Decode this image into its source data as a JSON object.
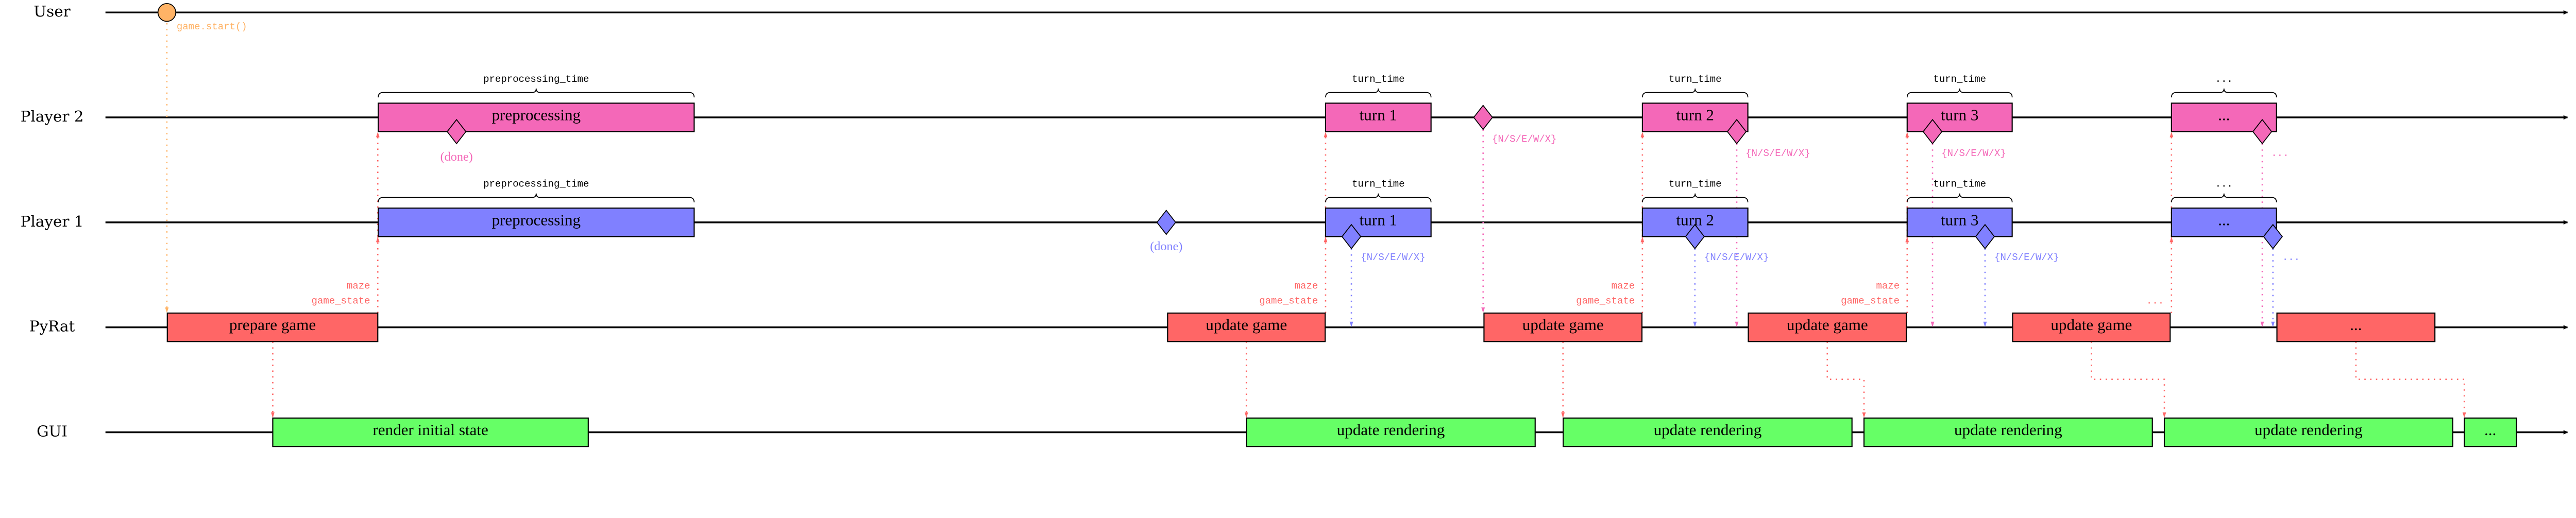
{
  "colors": {
    "user": "#ffb366",
    "player2": "#f468b8",
    "player1": "#8080ff",
    "pyrat": "#ff6666",
    "gui": "#66ff66",
    "line": "#000000"
  },
  "lanes": {
    "user": "User",
    "player2": "Player 2",
    "player1": "Player 1",
    "pyrat": "PyRat",
    "gui": "GUI"
  },
  "user": {
    "start_call": "game.start()"
  },
  "player2": {
    "preprocessing": "preprocessing",
    "preprocessing_time": "preprocessing_time",
    "done": "(done)",
    "turns": [
      "turn 1",
      "turn 2",
      "turn 3",
      "..."
    ],
    "turn_time": [
      "turn_time",
      "turn_time",
      "turn_time",
      "..."
    ],
    "moves": [
      "{N/S/E/W/X}",
      "{N/S/E/W/X}",
      "{N/S/E/W/X}",
      "..."
    ]
  },
  "player1": {
    "preprocessing": "preprocessing",
    "preprocessing_time": "preprocessing_time",
    "done": "(done)",
    "turns": [
      "turn 1",
      "turn 2",
      "turn 3",
      "..."
    ],
    "turn_time": [
      "turn_time",
      "turn_time",
      "turn_time",
      "..."
    ],
    "moves": [
      "{N/S/E/W/X}",
      "{N/S/E/W/X}",
      "{N/S/E/W/X}",
      "..."
    ]
  },
  "pyrat": {
    "prepare": "prepare game",
    "updates": [
      "update game",
      "update game",
      "update game",
      "update game",
      "..."
    ],
    "sent_maze": [
      "maze",
      "maze",
      "maze",
      "maze"
    ],
    "sent_state": [
      "game_state",
      "game_state",
      "game_state",
      "game_state"
    ],
    "sent_more": "..."
  },
  "gui": {
    "initial": "render initial state",
    "renders": [
      "update rendering",
      "update rendering",
      "update rendering",
      "update rendering",
      "..."
    ]
  }
}
